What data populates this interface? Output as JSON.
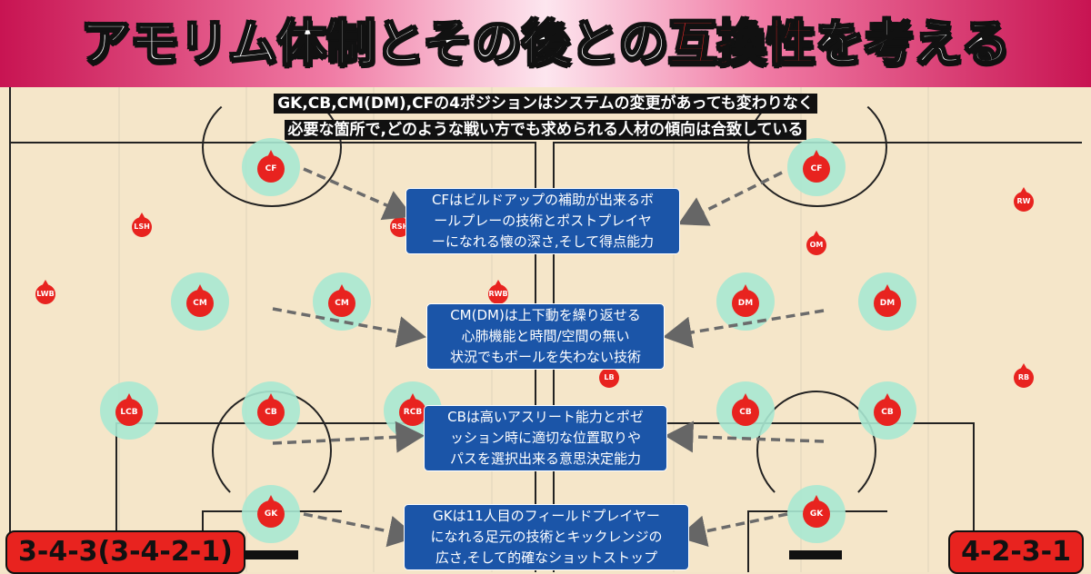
{
  "title": {
    "before": "アモリム体制とその後との",
    "highlight": "互換性",
    "after": "を考える"
  },
  "headline": {
    "line1": "GK,CB,CM(DM),CFの4ポジションはシステムの変更があっても変わりなく",
    "line2": "必要な箇所で,どのような戦い方でも求められる人材の傾向は合致している"
  },
  "boxes": {
    "cf": [
      "CFはビルドアップの補助が出来るボ",
      "ールプレーの技術とポストプレイヤ",
      "ーになれる懐の深さ,そして得点能力"
    ],
    "cm": [
      "CM(DM)は上下動を繰り返せる",
      "心肺機能と時間/空間の無い",
      "状況でもボールを失わない技術"
    ],
    "cb": [
      "CBは高いアスリート能力とポゼ",
      "ッション時に適切な位置取りや",
      "パスを選択出来る意思決定能力"
    ],
    "gk": [
      "GKは11人目のフィールドプレイヤー",
      "になれる足元の技術とキックレンジの",
      "広さ,そして的確なショットストップ"
    ]
  },
  "formations": {
    "left": "3-4-3(3-4-2-1)",
    "right": "4-2-3-1"
  },
  "positions_left": [
    "CF",
    "LSH",
    "RSH",
    "LWB",
    "CM",
    "CM",
    "RWB",
    "LCB",
    "CB",
    "RCB",
    "GK"
  ],
  "positions_right": [
    "CF",
    "RW",
    "OM",
    "DM",
    "DM",
    "LB",
    "RB",
    "CB",
    "CB",
    "GK"
  ],
  "colors": {
    "accent_red": "#e8231f",
    "box_blue": "#1b55a8",
    "zone_teal": "#a9e8d2",
    "pitch": "#f5e6c9"
  }
}
